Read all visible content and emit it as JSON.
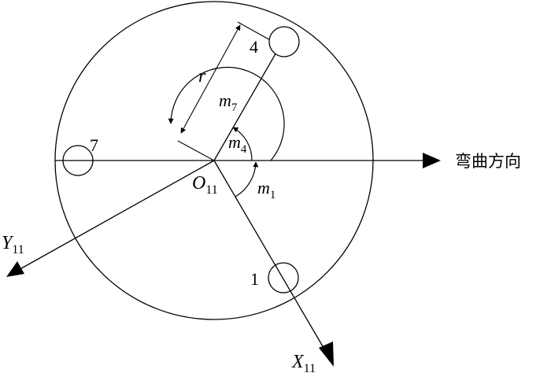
{
  "labels": {
    "bending_direction": "弯曲方向",
    "origin": {
      "main": "O",
      "sub": "11"
    },
    "x_axis": {
      "main": "X",
      "sub": "11"
    },
    "y_axis": {
      "main": "Y",
      "sub": "11"
    },
    "radius": "r",
    "angle_m1": {
      "main": "m",
      "sub": "1"
    },
    "angle_m4": {
      "main": "m",
      "sub": "4"
    },
    "angle_m7": {
      "main": "m",
      "sub": "7"
    },
    "hole_1": "1",
    "hole_4": "4",
    "hole_7": "7"
  },
  "colors": {
    "stroke": "#000000",
    "background": "#ffffff"
  }
}
